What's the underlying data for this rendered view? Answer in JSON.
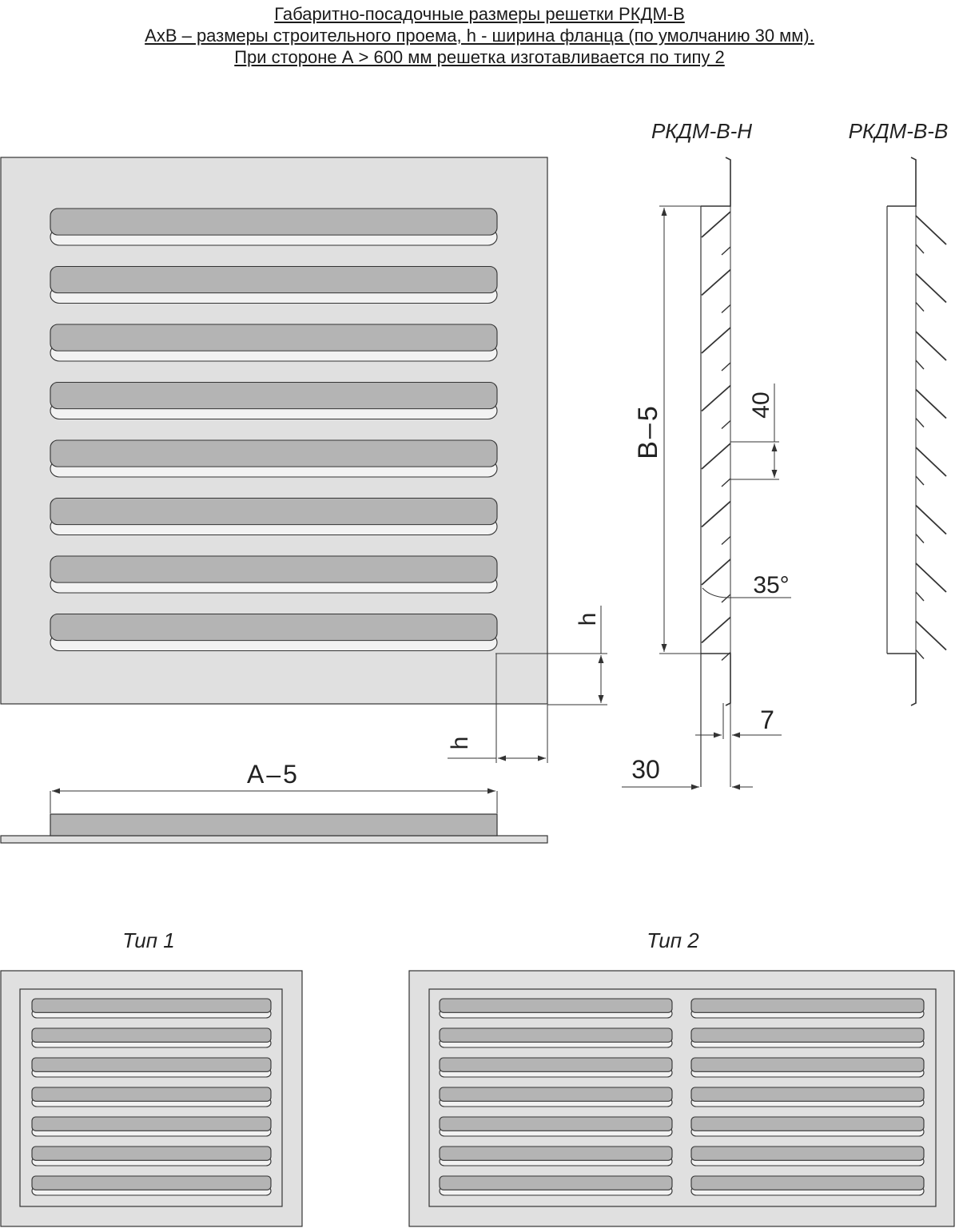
{
  "header": {
    "line1": "Габаритно-посадочные размеры решетки РКДМ-В",
    "line2": "АхВ – размеры строительного проема, h - ширина фланца (по умолчанию 30 мм).",
    "line3": "При стороне А > 600 мм решетка изготавливается по типу 2"
  },
  "views": {
    "side_h_label": "РКДМ-В-Н",
    "side_v_label": "РКДМ-В-В"
  },
  "dimensions": {
    "a_minus": "A–5",
    "b_minus": "B–5",
    "h_right": "h",
    "h_bottom": "h",
    "pitch": "40",
    "angle": "35°",
    "depth": "30",
    "lip": "7"
  },
  "types": {
    "type1_label": "Тип 1",
    "type2_label": "Тип 2"
  },
  "colors": {
    "frame": "#e0e0e0",
    "blade": "#b4b4b4",
    "line": "#333333"
  }
}
